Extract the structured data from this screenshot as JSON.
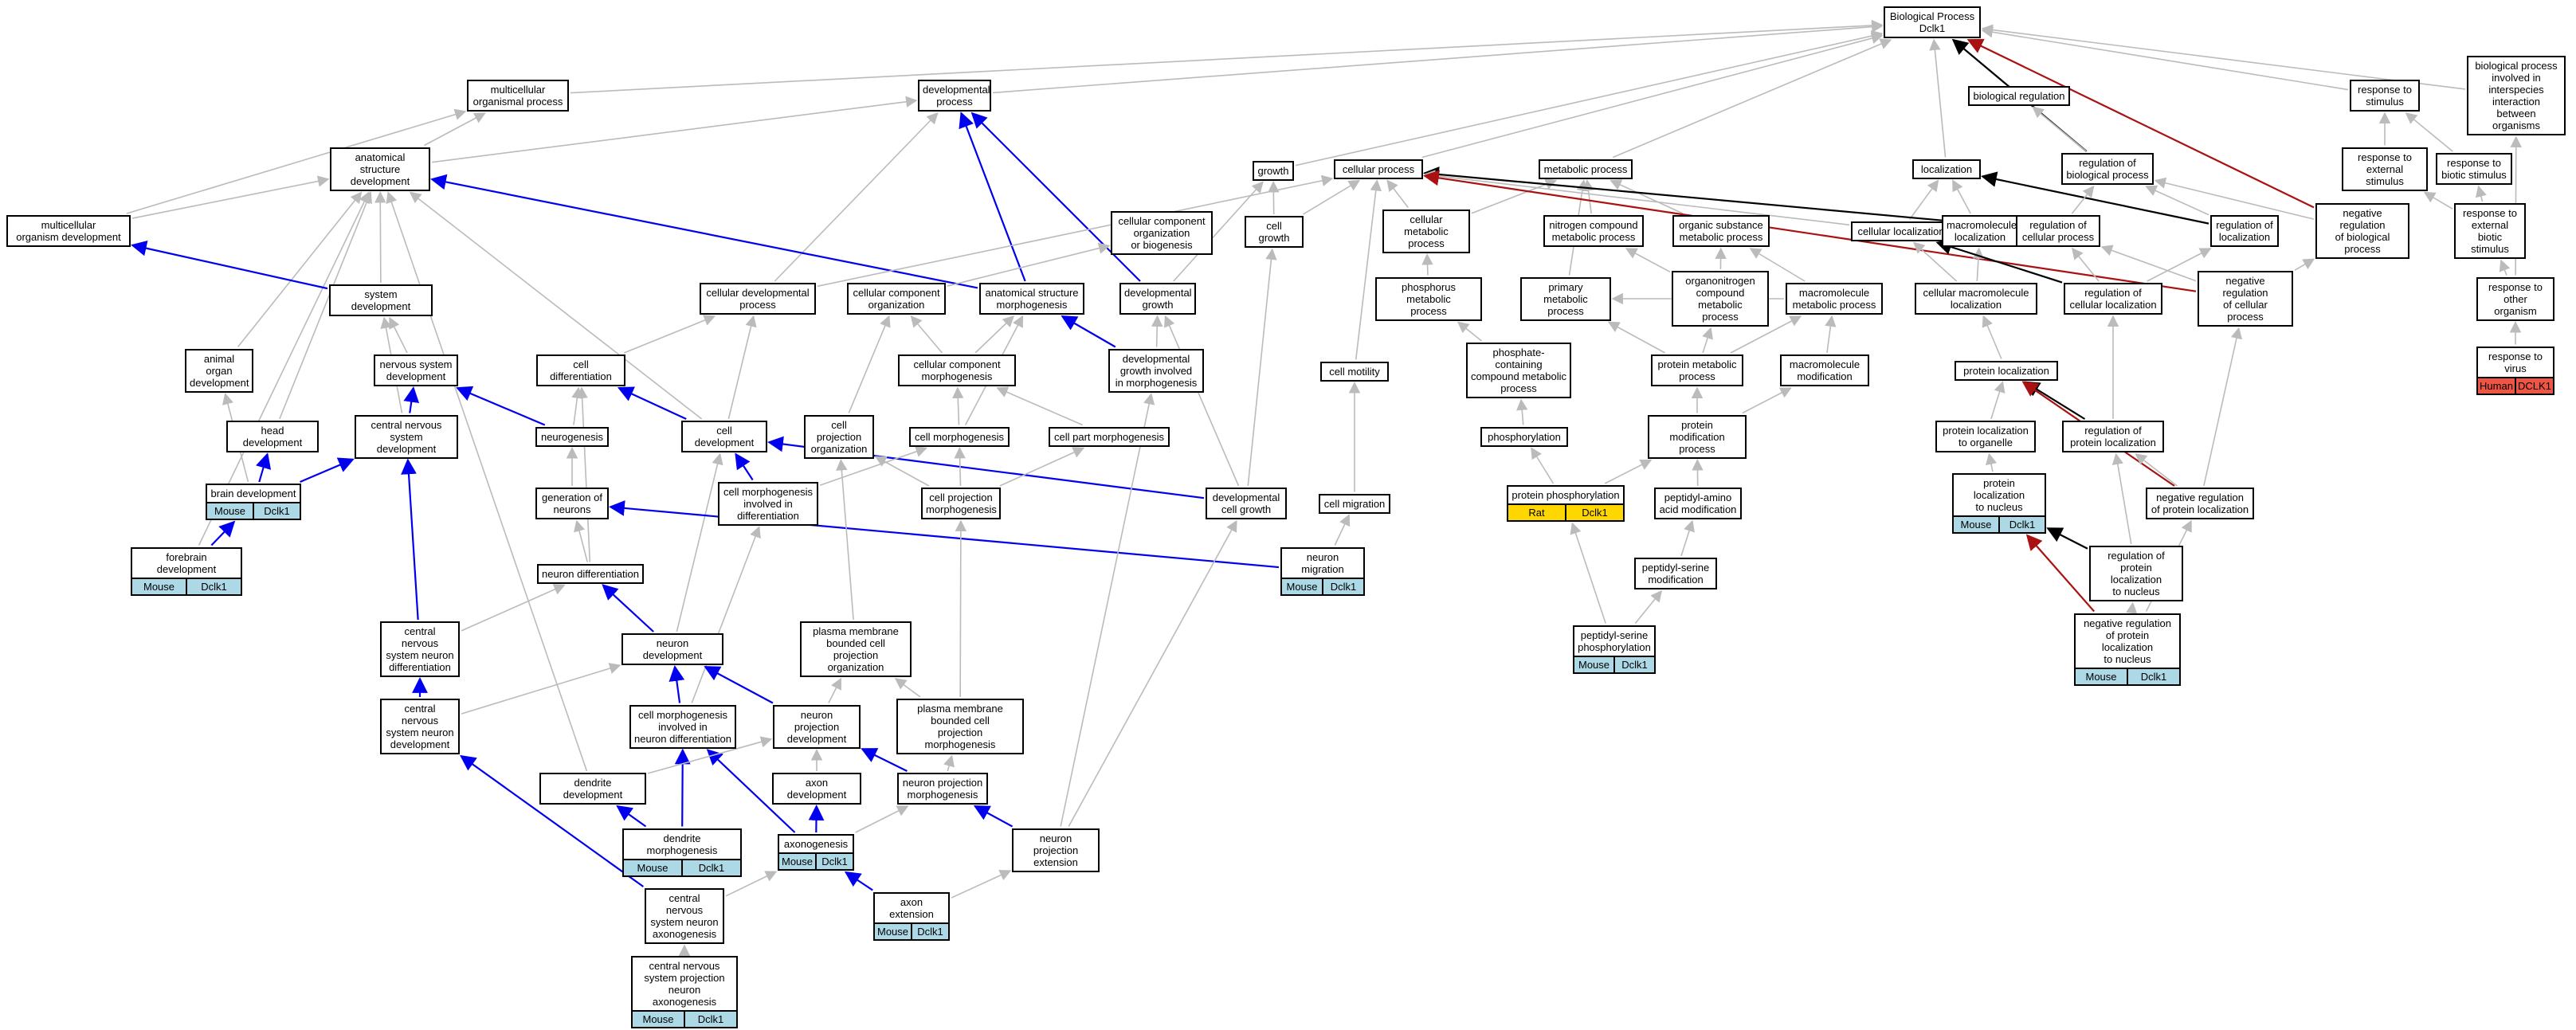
{
  "colors": {
    "grey": "#bbbbbb",
    "blue": "#0000ee",
    "black": "#000000",
    "red": "#aa1111",
    "mouse": "#add8e6",
    "rat": "#ffd700",
    "human": "#ee5544"
  },
  "nodes": [
    {
      "id": "bp",
      "label": "Biological Process\nDclk1"
    },
    {
      "id": "mop",
      "label": "multicellular\norganismal process"
    },
    {
      "id": "devp",
      "label": "developmental\nprocess"
    },
    {
      "id": "asd",
      "label": "anatomical structure\ndevelopment"
    },
    {
      "id": "mod",
      "label": "multicellular\norganism development"
    },
    {
      "id": "sysdev",
      "label": "system development"
    },
    {
      "id": "aod",
      "label": "animal organ\ndevelopment"
    },
    {
      "id": "nsd",
      "label": "nervous system\ndevelopment"
    },
    {
      "id": "headdev",
      "label": "head development"
    },
    {
      "id": "cnsd",
      "label": "central nervous\nsystem development"
    },
    {
      "id": "braindev",
      "label": "brain development",
      "anns": [
        {
          "t": "Mouse",
          "c": "mouse"
        },
        {
          "t": "Dclk1",
          "c": "mouse"
        }
      ]
    },
    {
      "id": "forebrain",
      "label": "forebrain development",
      "anns": [
        {
          "t": "Mouse",
          "c": "mouse"
        },
        {
          "t": "Dclk1",
          "c": "mouse"
        }
      ]
    },
    {
      "id": "celldiff",
      "label": "cell differentiation"
    },
    {
      "id": "neurogen",
      "label": "neurogenesis"
    },
    {
      "id": "genneur",
      "label": "generation of\nneurons"
    },
    {
      "id": "neurdiff",
      "label": "neuron differentiation"
    },
    {
      "id": "cnsnd",
      "label": "central nervous\nsystem neuron\ndifferentiation"
    },
    {
      "id": "cnsndev",
      "label": "central nervous\nsystem neuron\ndevelopment"
    },
    {
      "id": "celldevp",
      "label": "cellular developmental\nprocess"
    },
    {
      "id": "celldev",
      "label": "cell development"
    },
    {
      "id": "ccorg",
      "label": "cellular component\norganization"
    },
    {
      "id": "asm",
      "label": "anatomical structure\nmorphogenesis"
    },
    {
      "id": "ccob",
      "label": "cellular component\norganization\nor biogenesis"
    },
    {
      "id": "devgrowth",
      "label": "developmental\ngrowth"
    },
    {
      "id": "dgim",
      "label": "developmental\ngrowth involved\nin morphogenesis"
    },
    {
      "id": "ccm",
      "label": "cellular component\nmorphogenesis"
    },
    {
      "id": "cpo",
      "label": "cell projection\norganization"
    },
    {
      "id": "cellmorph",
      "label": "cell morphogenesis"
    },
    {
      "id": "cpm",
      "label": "cell part morphogenesis"
    },
    {
      "id": "cmid",
      "label": "cell morphogenesis\ninvolved in\ndifferentiation"
    },
    {
      "id": "cprojm",
      "label": "cell projection\nmorphogenesis"
    },
    {
      "id": "neurondev",
      "label": "neuron development"
    },
    {
      "id": "pmbcpo",
      "label": "plasma membrane\nbounded cell\nprojection organization"
    },
    {
      "id": "cmind",
      "label": "cell morphogenesis\ninvolved in\nneuron differentiation"
    },
    {
      "id": "npd",
      "label": "neuron projection\ndevelopment"
    },
    {
      "id": "pmbcpm",
      "label": "plasma membrane\nbounded cell\nprojection morphogenesis"
    },
    {
      "id": "dendev",
      "label": "dendrite development"
    },
    {
      "id": "axondev",
      "label": "axon development"
    },
    {
      "id": "npm",
      "label": "neuron projection\nmorphogenesis"
    },
    {
      "id": "denmorph",
      "label": "dendrite morphogenesis",
      "anns": [
        {
          "t": "Mouse",
          "c": "mouse"
        },
        {
          "t": "Dclk1",
          "c": "mouse"
        }
      ]
    },
    {
      "id": "axonogen",
      "label": "axonogenesis",
      "anns": [
        {
          "t": "Mouse",
          "c": "mouse"
        },
        {
          "t": "Dclk1",
          "c": "mouse"
        }
      ]
    },
    {
      "id": "npe",
      "label": "neuron projection\nextension"
    },
    {
      "id": "cnsna",
      "label": "central nervous\nsystem neuron\naxonogenesis"
    },
    {
      "id": "axonext",
      "label": "axon extension",
      "anns": [
        {
          "t": "Mouse",
          "c": "mouse"
        },
        {
          "t": "Dclk1",
          "c": "mouse"
        }
      ]
    },
    {
      "id": "cnspna",
      "label": "central nervous\nsystem projection\nneuron axonogenesis",
      "anns": [
        {
          "t": "Mouse",
          "c": "mouse"
        },
        {
          "t": "Dclk1",
          "c": "mouse"
        }
      ]
    },
    {
      "id": "growth",
      "label": "growth"
    },
    {
      "id": "cellgrowth",
      "label": "cell growth"
    },
    {
      "id": "devcg",
      "label": "developmental\ncell growth"
    },
    {
      "id": "cellproc",
      "label": "cellular process"
    },
    {
      "id": "cellmot",
      "label": "cell motility"
    },
    {
      "id": "cellmig",
      "label": "cell migration"
    },
    {
      "id": "neurmig",
      "label": "neuron migration",
      "anns": [
        {
          "t": "Mouse",
          "c": "mouse"
        },
        {
          "t": "Dclk1",
          "c": "mouse"
        }
      ]
    },
    {
      "id": "cmp",
      "label": "cellular metabolic\nprocess"
    },
    {
      "id": "metproc",
      "label": "metabolic process"
    },
    {
      "id": "phosmp",
      "label": "phosphorus metabolic\nprocess"
    },
    {
      "id": "pccmp",
      "label": "phosphate-containing\ncompound metabolic\nprocess"
    },
    {
      "id": "phosph",
      "label": "phosphorylation"
    },
    {
      "id": "protphos",
      "label": "protein phosphorylation",
      "anns": [
        {
          "t": "Rat",
          "c": "rat"
        },
        {
          "t": "Dclk1",
          "c": "rat"
        }
      ]
    },
    {
      "id": "ncmp",
      "label": "nitrogen compound\nmetabolic process"
    },
    {
      "id": "primp",
      "label": "primary metabolic\nprocess"
    },
    {
      "id": "osmp",
      "label": "organic substance\nmetabolic process"
    },
    {
      "id": "orgcmp",
      "label": "organonitrogen\ncompound metabolic\nprocess"
    },
    {
      "id": "macmp",
      "label": "macromolecule\nmetabolic process"
    },
    {
      "id": "protmp",
      "label": "protein metabolic\nprocess"
    },
    {
      "id": "macmod",
      "label": "macromolecule\nmodification"
    },
    {
      "id": "protmod",
      "label": "protein modification\nprocess"
    },
    {
      "id": "pepaa",
      "label": "peptidyl-amino\nacid modification"
    },
    {
      "id": "pepser",
      "label": "peptidyl-serine\nmodification"
    },
    {
      "id": "pepserp",
      "label": "peptidyl-serine\nphosphorylation",
      "anns": [
        {
          "t": "Mouse",
          "c": "mouse"
        },
        {
          "t": "Dclk1",
          "c": "mouse"
        }
      ]
    },
    {
      "id": "bioreg",
      "label": "biological regulation"
    },
    {
      "id": "localiz",
      "label": "localization"
    },
    {
      "id": "rbp",
      "label": "regulation of\nbiological process"
    },
    {
      "id": "cellloc",
      "label": "cellular localization"
    },
    {
      "id": "macloc",
      "label": "macromolecule\nlocalization"
    },
    {
      "id": "rcp",
      "label": "regulation of\ncellular process"
    },
    {
      "id": "rloc",
      "label": "regulation of\nlocalization"
    },
    {
      "id": "nrbp",
      "label": "negative regulation\nof biological\nprocess"
    },
    {
      "id": "cmacloc",
      "label": "cellular macromolecule\nlocalization"
    },
    {
      "id": "rcloc",
      "label": "regulation of\ncellular localization"
    },
    {
      "id": "nrcp",
      "label": "negative regulation\nof cellular\nprocess"
    },
    {
      "id": "protloc",
      "label": "protein localization"
    },
    {
      "id": "plo",
      "label": "protein localization\nto organelle"
    },
    {
      "id": "rpl",
      "label": "regulation of\nprotein localization"
    },
    {
      "id": "pln",
      "label": "protein localization\nto nucleus",
      "anns": [
        {
          "t": "Mouse",
          "c": "mouse"
        },
        {
          "t": "Dclk1",
          "c": "mouse"
        }
      ]
    },
    {
      "id": "nrpl",
      "label": "negative regulation\nof protein localization"
    },
    {
      "id": "rpln",
      "label": "regulation of\nprotein localization\nto nucleus"
    },
    {
      "id": "nrpln",
      "label": "negative regulation\nof protein localization\nto nucleus",
      "anns": [
        {
          "t": "Mouse",
          "c": "mouse"
        },
        {
          "t": "Dclk1",
          "c": "mouse"
        }
      ]
    },
    {
      "id": "rts",
      "label": "response to\nstimulus"
    },
    {
      "id": "rtes",
      "label": "response to\nexternal stimulus"
    },
    {
      "id": "rtbs",
      "label": "response to\nbiotic stimulus"
    },
    {
      "id": "rtebs",
      "label": "response to\nexternal biotic\nstimulus"
    },
    {
      "id": "rtoo",
      "label": "response to\nother organism"
    },
    {
      "id": "rtv",
      "label": "response to\nvirus",
      "anns": [
        {
          "t": "Human",
          "c": "human"
        },
        {
          "t": "DCLK1",
          "c": "human"
        }
      ]
    },
    {
      "id": "bpii",
      "label": "biological process\ninvolved in\ninterspecies\ninteraction\nbetween organisms"
    }
  ],
  "edges": [
    [
      "mop",
      "bp",
      "grey"
    ],
    [
      "devp",
      "bp",
      "grey"
    ],
    [
      "growth",
      "bp",
      "grey"
    ],
    [
      "cellproc",
      "bp",
      "grey"
    ],
    [
      "metproc",
      "bp",
      "grey"
    ],
    [
      "localiz",
      "bp",
      "grey"
    ],
    [
      "bioreg",
      "bp",
      "grey"
    ],
    [
      "rbp",
      "bp",
      "black"
    ],
    [
      "nrbp",
      "bp",
      "red"
    ],
    [
      "rts",
      "bp",
      "grey"
    ],
    [
      "bpii",
      "bp",
      "grey"
    ],
    [
      "asd",
      "mop",
      "grey"
    ],
    [
      "mod",
      "mop",
      "grey"
    ],
    [
      "asd",
      "devp",
      "grey"
    ],
    [
      "celldevp",
      "devp",
      "grey"
    ],
    [
      "asm",
      "devp",
      "blue"
    ],
    [
      "devgrowth",
      "devp",
      "blue"
    ],
    [
      "mod",
      "asd",
      "grey"
    ],
    [
      "sysdev",
      "asd",
      "grey"
    ],
    [
      "aod",
      "asd",
      "grey"
    ],
    [
      "headdev",
      "asd",
      "grey"
    ],
    [
      "forebrain",
      "asd",
      "grey"
    ],
    [
      "dendev",
      "asd",
      "grey"
    ],
    [
      "celldev",
      "asd",
      "grey"
    ],
    [
      "asm",
      "asd",
      "blue"
    ],
    [
      "sysdev",
      "mod",
      "blue"
    ],
    [
      "nsd",
      "sysdev",
      "grey"
    ],
    [
      "cnsd",
      "sysdev",
      "grey"
    ],
    [
      "braindev",
      "aod",
      "grey"
    ],
    [
      "cnsd",
      "nsd",
      "blue"
    ],
    [
      "neurogen",
      "nsd",
      "blue"
    ],
    [
      "braindev",
      "headdev",
      "blue"
    ],
    [
      "braindev",
      "cnsd",
      "blue"
    ],
    [
      "forebrain",
      "braindev",
      "blue"
    ],
    [
      "cnsnd",
      "cnsd",
      "blue"
    ],
    [
      "celldev",
      "celldiff",
      "blue"
    ],
    [
      "neurogen",
      "celldiff",
      "grey"
    ],
    [
      "genneur",
      "neurogen",
      "grey"
    ],
    [
      "neurdiff",
      "genneur",
      "grey"
    ],
    [
      "neurdiff",
      "celldiff",
      "grey"
    ],
    [
      "cnsnd",
      "neurdiff",
      "grey"
    ],
    [
      "neurondev",
      "neurdiff",
      "blue"
    ],
    [
      "cnsndev",
      "cnsnd",
      "blue"
    ],
    [
      "cnsna",
      "cnsndev",
      "blue"
    ],
    [
      "cnsndev",
      "neurondev",
      "grey"
    ],
    [
      "celldiff",
      "celldevp",
      "grey"
    ],
    [
      "celldev",
      "celldevp",
      "grey"
    ],
    [
      "celldevp",
      "cellproc",
      "grey"
    ],
    [
      "cmid",
      "celldev",
      "blue"
    ],
    [
      "devcg",
      "celldev",
      "blue"
    ],
    [
      "neurondev",
      "celldev",
      "grey"
    ],
    [
      "neurmig",
      "genneur",
      "blue"
    ],
    [
      "ccorg",
      "ccob",
      "grey"
    ],
    [
      "ccm",
      "ccorg",
      "grey"
    ],
    [
      "cpo",
      "ccorg",
      "grey"
    ],
    [
      "ccm",
      "asm",
      "grey"
    ],
    [
      "cellmorph",
      "asm",
      "grey"
    ],
    [
      "dgim",
      "asm",
      "blue"
    ],
    [
      "dgim",
      "devgrowth",
      "grey"
    ],
    [
      "devcg",
      "devgrowth",
      "grey"
    ],
    [
      "devgrowth",
      "growth",
      "grey"
    ],
    [
      "cellmorph",
      "ccm",
      "grey"
    ],
    [
      "cpm",
      "ccm",
      "grey"
    ],
    [
      "cmid",
      "cellmorph",
      "grey"
    ],
    [
      "cprojm",
      "cellmorph",
      "grey"
    ],
    [
      "cprojm",
      "cpm",
      "grey"
    ],
    [
      "cprojm",
      "cpo",
      "grey"
    ],
    [
      "pmbcpo",
      "cpo",
      "grey"
    ],
    [
      "pmbcpm",
      "cprojm",
      "grey"
    ],
    [
      "cmind",
      "cmid",
      "grey"
    ],
    [
      "cmind",
      "neurondev",
      "blue"
    ],
    [
      "npd",
      "neurondev",
      "blue"
    ],
    [
      "pmbcpm",
      "pmbcpo",
      "grey"
    ],
    [
      "npd",
      "pmbcpo",
      "grey"
    ],
    [
      "denmorph",
      "cmind",
      "blue"
    ],
    [
      "axonogen",
      "cmind",
      "blue"
    ],
    [
      "dendev",
      "npd",
      "grey"
    ],
    [
      "axondev",
      "npd",
      "grey"
    ],
    [
      "npm",
      "npd",
      "blue"
    ],
    [
      "npm",
      "pmbcpm",
      "grey"
    ],
    [
      "denmorph",
      "dendev",
      "blue"
    ],
    [
      "axonogen",
      "axondev",
      "blue"
    ],
    [
      "axonogen",
      "npm",
      "grey"
    ],
    [
      "npe",
      "npm",
      "blue"
    ],
    [
      "npe",
      "dgim",
      "grey"
    ],
    [
      "npe",
      "devcg",
      "grey"
    ],
    [
      "cnsna",
      "axonogen",
      "grey"
    ],
    [
      "cnspna",
      "cnsna",
      "grey"
    ],
    [
      "axonext",
      "axonogen",
      "blue"
    ],
    [
      "axonext",
      "npe",
      "grey"
    ],
    [
      "cellgrowth",
      "growth",
      "grey"
    ],
    [
      "devcg",
      "cellgrowth",
      "grey"
    ],
    [
      "cellgrowth",
      "cellproc",
      "grey"
    ],
    [
      "cellmot",
      "cellproc",
      "grey"
    ],
    [
      "cellmig",
      "cellmot",
      "grey"
    ],
    [
      "neurmig",
      "cellmig",
      "grey"
    ],
    [
      "cmp",
      "cellproc",
      "grey"
    ],
    [
      "cmp",
      "metproc",
      "grey"
    ],
    [
      "phosmp",
      "cmp",
      "grey"
    ],
    [
      "pccmp",
      "phosmp",
      "grey"
    ],
    [
      "phosph",
      "pccmp",
      "grey"
    ],
    [
      "protphos",
      "phosph",
      "grey"
    ],
    [
      "protphos",
      "protmod",
      "grey"
    ],
    [
      "ncmp",
      "metproc",
      "grey"
    ],
    [
      "primp",
      "metproc",
      "grey"
    ],
    [
      "osmp",
      "metproc",
      "grey"
    ],
    [
      "orgcmp",
      "ncmp",
      "grey"
    ],
    [
      "orgcmp",
      "osmp",
      "grey"
    ],
    [
      "macmp",
      "osmp",
      "grey"
    ],
    [
      "macmp",
      "primp",
      "grey"
    ],
    [
      "protmp",
      "primp",
      "grey"
    ],
    [
      "protmp",
      "orgcmp",
      "grey"
    ],
    [
      "protmp",
      "macmp",
      "grey"
    ],
    [
      "macmod",
      "macmp",
      "grey"
    ],
    [
      "protmod",
      "protmp",
      "grey"
    ],
    [
      "protmod",
      "macmod",
      "grey"
    ],
    [
      "pepaa",
      "protmod",
      "grey"
    ],
    [
      "pepser",
      "pepaa",
      "grey"
    ],
    [
      "pepserp",
      "pepser",
      "grey"
    ],
    [
      "pepserp",
      "protphos",
      "grey"
    ],
    [
      "rbp",
      "bioreg",
      "grey"
    ],
    [
      "cellloc",
      "localiz",
      "grey"
    ],
    [
      "macloc",
      "localiz",
      "grey"
    ],
    [
      "rloc",
      "localiz",
      "black"
    ],
    [
      "rloc",
      "rbp",
      "grey"
    ],
    [
      "rcp",
      "rbp",
      "grey"
    ],
    [
      "rcp",
      "cellproc",
      "black"
    ],
    [
      "nrbp",
      "rbp",
      "grey"
    ],
    [
      "cellloc",
      "cellproc",
      "grey"
    ],
    [
      "nrcp",
      "cellproc",
      "red"
    ],
    [
      "nrcp",
      "rcp",
      "grey"
    ],
    [
      "nrcp",
      "nrbp",
      "grey"
    ],
    [
      "cmacloc",
      "cellloc",
      "grey"
    ],
    [
      "cmacloc",
      "macloc",
      "grey"
    ],
    [
      "rcloc",
      "cellloc",
      "black"
    ],
    [
      "rcloc",
      "rloc",
      "grey"
    ],
    [
      "rcloc",
      "rcp",
      "grey"
    ],
    [
      "protloc",
      "cmacloc",
      "grey"
    ],
    [
      "plo",
      "protloc",
      "grey"
    ],
    [
      "rpl",
      "protloc",
      "black"
    ],
    [
      "rpl",
      "rcloc",
      "grey"
    ],
    [
      "nrpl",
      "protloc",
      "red"
    ],
    [
      "nrpl",
      "rpl",
      "grey"
    ],
    [
      "nrpl",
      "nrcp",
      "grey"
    ],
    [
      "pln",
      "plo",
      "grey"
    ],
    [
      "rpln",
      "pln",
      "black"
    ],
    [
      "rpln",
      "rpl",
      "grey"
    ],
    [
      "nrpln",
      "pln",
      "red"
    ],
    [
      "nrpln",
      "rpln",
      "grey"
    ],
    [
      "nrpln",
      "nrpl",
      "grey"
    ],
    [
      "rtes",
      "rts",
      "grey"
    ],
    [
      "rtbs",
      "rts",
      "grey"
    ],
    [
      "rtebs",
      "rtes",
      "grey"
    ],
    [
      "rtebs",
      "rtbs",
      "grey"
    ],
    [
      "rtoo",
      "rtebs",
      "grey"
    ],
    [
      "rtoo",
      "bpii",
      "grey"
    ],
    [
      "rtv",
      "rtoo",
      "grey"
    ]
  ]
}
